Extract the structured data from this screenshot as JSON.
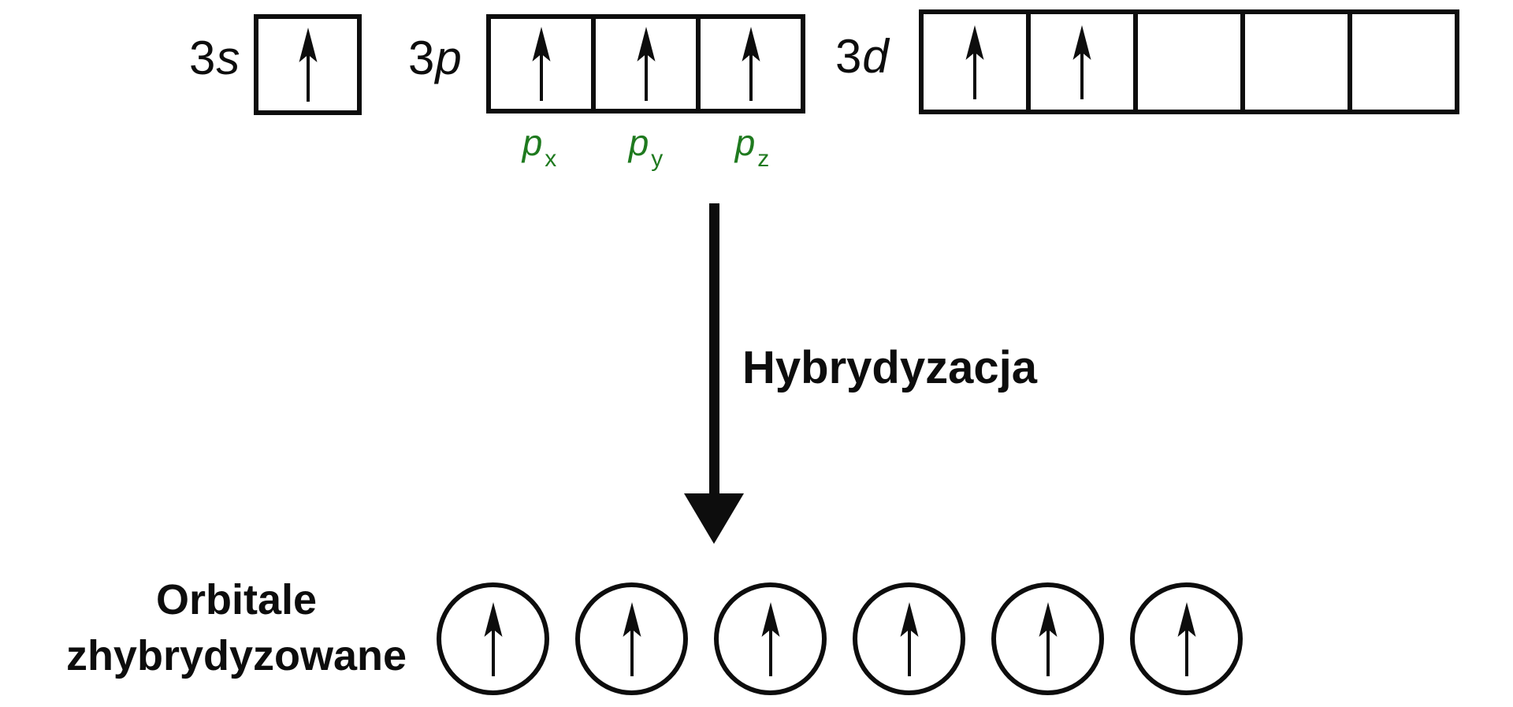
{
  "diagram": {
    "arrow_label": "Hybrydyzacja",
    "result_label": {
      "line1": "Orbitale",
      "line2": "zhybrydyzowane"
    },
    "colors": {
      "ink": "#0d0d0d",
      "p_sublabel_green": "#1f7a1f"
    },
    "orbital_groups": [
      {
        "id": "3s",
        "label_number": "3",
        "label_letter": "s",
        "cells": [
          {
            "electrons": 1
          }
        ]
      },
      {
        "id": "3p",
        "label_number": "3",
        "label_letter": "p",
        "cells": [
          {
            "electrons": 1
          },
          {
            "electrons": 1
          },
          {
            "electrons": 1
          }
        ],
        "sublabels": [
          {
            "base": "p",
            "sub": "x"
          },
          {
            "base": "p",
            "sub": "y"
          },
          {
            "base": "p",
            "sub": "z"
          }
        ]
      },
      {
        "id": "3d",
        "label_number": "3",
        "label_letter": "d",
        "cells": [
          {
            "electrons": 1
          },
          {
            "electrons": 1
          },
          {
            "electrons": 0
          },
          {
            "electrons": 0
          },
          {
            "electrons": 0
          }
        ]
      }
    ],
    "hybridized": {
      "orbital_count": 6,
      "electrons_per_orbital": 1
    }
  }
}
